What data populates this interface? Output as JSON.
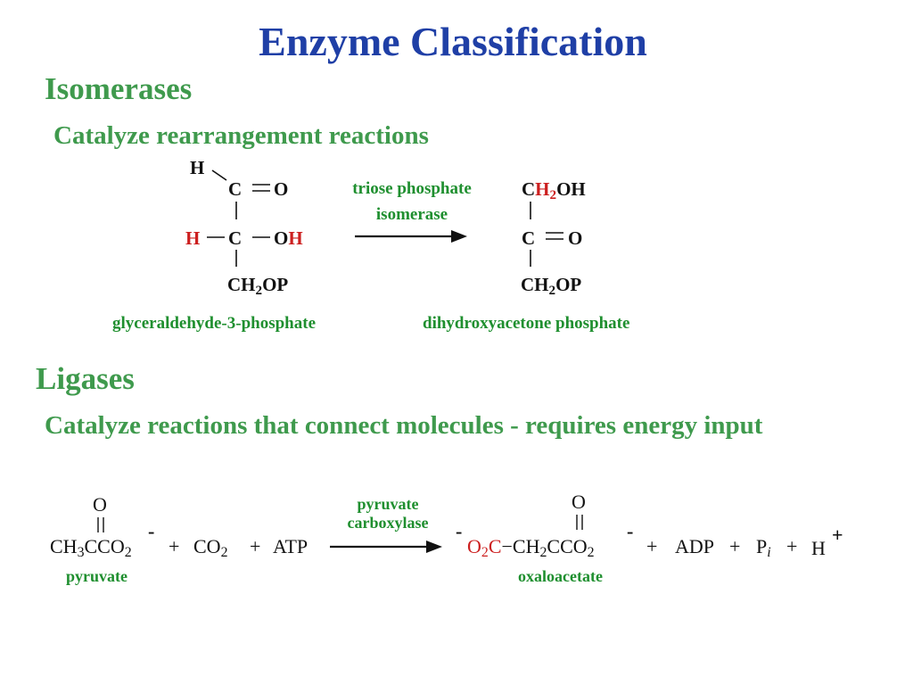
{
  "title": "Enzyme Classification",
  "isomerases": {
    "heading": "Isomerases",
    "description": "Catalyze rearrangement  reactions",
    "enzyme_line1": "triose phosphate",
    "enzyme_line2": "isomerase",
    "reactant_name": "glyceraldehyde-3-phosphate",
    "product_name": "dihydroxyacetone phosphate",
    "reactant": {
      "h_top": "H",
      "c1": "C",
      "o1": "O",
      "h_left": "H",
      "c2": "C",
      "oh_o": "O",
      "oh_h": "H",
      "ch2op_prefix": "CH",
      "ch2op_sub": "2",
      "ch2op_suffix": "OP"
    },
    "product": {
      "top_c": "C",
      "top_h": "H",
      "top_sub": "2",
      "top_oh": "OH",
      "c2": "C",
      "o2": "O",
      "bottom_prefix": "CH",
      "bottom_sub": "2",
      "bottom_suffix": "OP"
    }
  },
  "ligases": {
    "heading": "Ligases",
    "description": "Catalyze reactions that connect molecules - requires energy input",
    "enzyme_line1": "pyruvate",
    "enzyme_line2": "carboxylase",
    "reactant_name": "pyruvate",
    "product_name": "oxaloacetate",
    "pyruvate": {
      "o_top": "O",
      "p1": "CH",
      "s1": "3",
      "p2": "CCO",
      "s2": "2",
      "charge": "-"
    },
    "plus": "+",
    "co2": {
      "text": "CO",
      "sub": "2"
    },
    "atp": "ATP",
    "oxaloacetate": {
      "charge": "-",
      "red_p1": "O",
      "red_s1": "2",
      "red_p2": "C",
      "dash": "−",
      "p1": "CH",
      "s1": "2",
      "p2": "CCO",
      "s2": "2",
      "o_top": "O",
      "charge_end": "-"
    },
    "adp": "ADP",
    "pi_p": "P",
    "pi_i": "i",
    "h": "H",
    "h_charge": "+"
  },
  "colors": {
    "title": "#1f3fa6",
    "heading": "#3f9a4d",
    "caption": "#1f8f2f",
    "highlight": "#cc1f1f"
  }
}
